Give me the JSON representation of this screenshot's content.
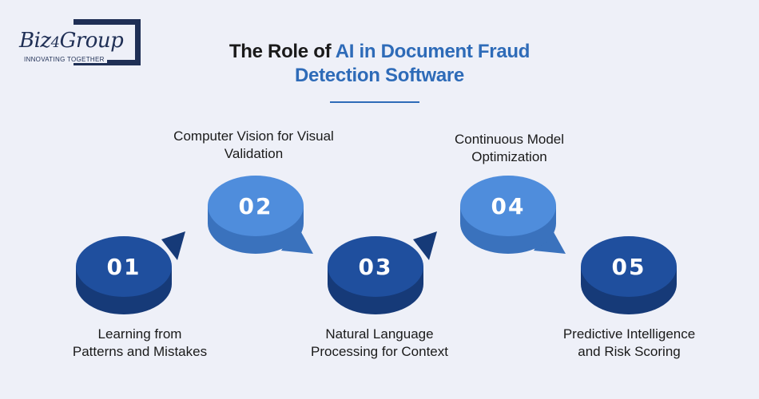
{
  "brand": {
    "name_part1": "Biz",
    "name_part2": "4",
    "name_part3": "Group",
    "tagline": "INNOVATING TOGETHER"
  },
  "title": {
    "plain": "The Role of ",
    "accent_line1": "AI in Document Fraud",
    "accent_line2": "Detection Software"
  },
  "steps": [
    {
      "number": "01",
      "label_line1": "Learning from",
      "label_line2": "Patterns and Mistakes"
    },
    {
      "number": "02",
      "label_line1": "Computer Vision for Visual",
      "label_line2": "Validation"
    },
    {
      "number": "03",
      "label_line1": "Natural Language",
      "label_line2": "Processing for Context"
    },
    {
      "number": "04",
      "label_line1": "Continuous Model",
      "label_line2": "Optimization"
    },
    {
      "number": "05",
      "label_line1": "Predictive Intelligence",
      "label_line2": "and Risk Scoring"
    }
  ],
  "colors": {
    "dark_disc": "#1f4f9e",
    "dark_disc_side": "#163a78",
    "light_disc": "#4f8ddc",
    "light_disc_side": "#3a72bd",
    "accent": "#2e6bb8",
    "brand_navy": "#1f2f55"
  }
}
